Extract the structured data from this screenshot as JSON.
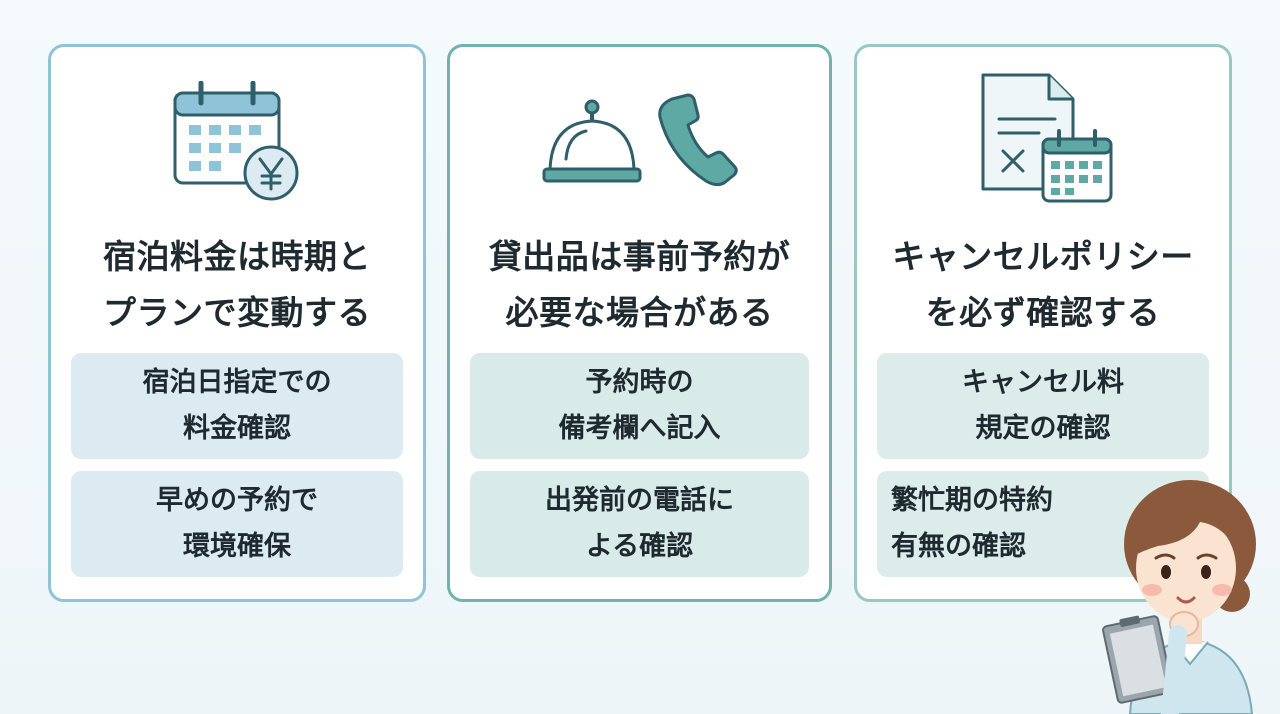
{
  "cards": [
    {
      "icon": "calendar-yen-icon",
      "title_lines": [
        "宿泊料金は時期と",
        "プランで変動する"
      ],
      "items": [
        {
          "lines": [
            "宿泊日指定での",
            "料金確認"
          ]
        },
        {
          "lines": [
            "早めの予約で",
            "環境確保"
          ]
        }
      ]
    },
    {
      "icon": "service-bell-phone-icon",
      "title_lines": [
        "貸出品は事前予約が",
        "必要な場合がある"
      ],
      "items": [
        {
          "lines": [
            "予約時の",
            "備考欄へ記入"
          ]
        },
        {
          "lines": [
            "出発前の電話に",
            "よる確認"
          ]
        }
      ]
    },
    {
      "icon": "document-calendar-icon",
      "title_lines": [
        "キャンセルポリシー",
        "を必ず確認する"
      ],
      "items": [
        {
          "lines": [
            "キャンセル料",
            "規定の確認"
          ]
        },
        {
          "lines": [
            "繁忙期の特約",
            "有無の確認"
          ]
        }
      ]
    }
  ],
  "colors": {
    "card0_border": "#8fc3d8",
    "card1_border": "#6fb3ac",
    "card2_border": "#9bc7c2",
    "icon_stroke": "#2f5f6a",
    "icon_teal": "#5ea9a3"
  }
}
